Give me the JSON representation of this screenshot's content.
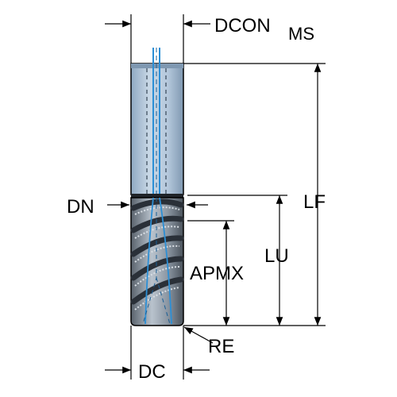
{
  "labels": {
    "dcon": "DCON",
    "dcon_sub": "MS",
    "lf": "LF",
    "dn": "DN",
    "lu": "LU",
    "apmx": "APMX",
    "re": "RE",
    "dc": "DC"
  },
  "colors": {
    "shank_fill": "#b5c8dc",
    "shank_shade": "#8fa9c2",
    "coolant": "#2b8fd6",
    "flute_dark": "#3a4048",
    "flute_light": "#a9b4bf",
    "line": "#000000"
  }
}
